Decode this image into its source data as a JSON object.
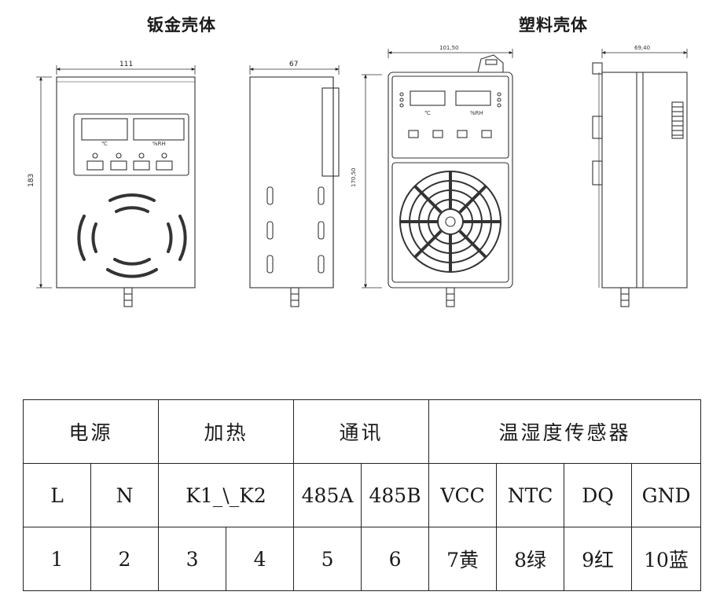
{
  "titles": {
    "sheet_metal": "钣金壳体",
    "plastic": "塑料壳体"
  },
  "dimensions": {
    "sheet_front_width": "111",
    "sheet_front_height": "183",
    "sheet_side_depth": "67",
    "plastic_front_width": "101,50",
    "plastic_front_height": "170,50",
    "plastic_side_depth": "69,40"
  },
  "panel_labels": {
    "celsius": "℃",
    "humidity_unit": "%RH"
  },
  "wiring_table": {
    "groups": [
      "电源",
      "加热",
      "通讯",
      "温湿度传感器"
    ],
    "signals": [
      "L",
      "N",
      "K1_\\_K2",
      "485A",
      "485B",
      "VCC",
      "NTC",
      "DQ",
      "GND"
    ],
    "terminals": [
      "1",
      "2",
      "3",
      "4",
      "5",
      "6",
      "7黄",
      "8绿",
      "9红",
      "10蓝"
    ]
  }
}
